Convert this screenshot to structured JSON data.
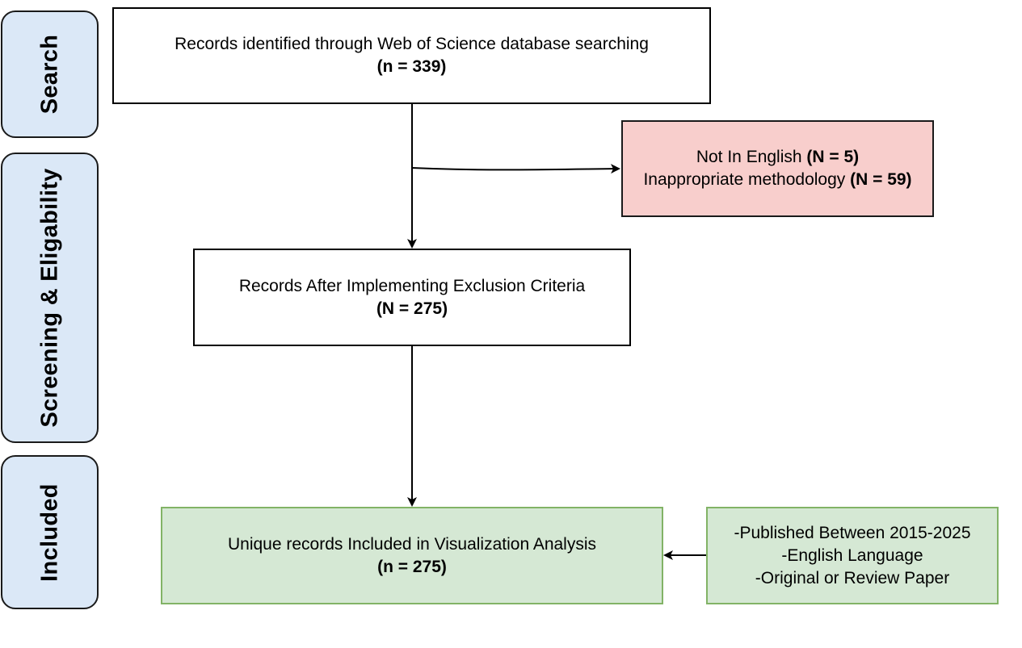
{
  "stages": {
    "search": "Search",
    "screening": "Screening & Eligability",
    "included": "Included"
  },
  "identification": {
    "text": "Records identified through Web of Science database searching",
    "count": "(n = 339)"
  },
  "exclusions": {
    "line1_text": "Not In English ",
    "line1_count": "(N = 5)",
    "line2_text": "Inappropriate methodology ",
    "line2_count": "(N = 59)"
  },
  "after_exclusion": {
    "text": "Records After Implementing Exclusion Criteria",
    "count": "(N = 275)"
  },
  "included_records": {
    "text": "Unique records Included in Visualization Analysis",
    "count": "(n = 275)"
  },
  "inclusion_criteria": [
    "-Published Between 2015-2025",
    "-English Language",
    "-Original or Review Paper"
  ],
  "colors": {
    "stage_fill": "#dbe8f7",
    "excluded_fill": "#f8cecc",
    "included_fill": "#d5e8d4",
    "included_border": "#82b366"
  }
}
